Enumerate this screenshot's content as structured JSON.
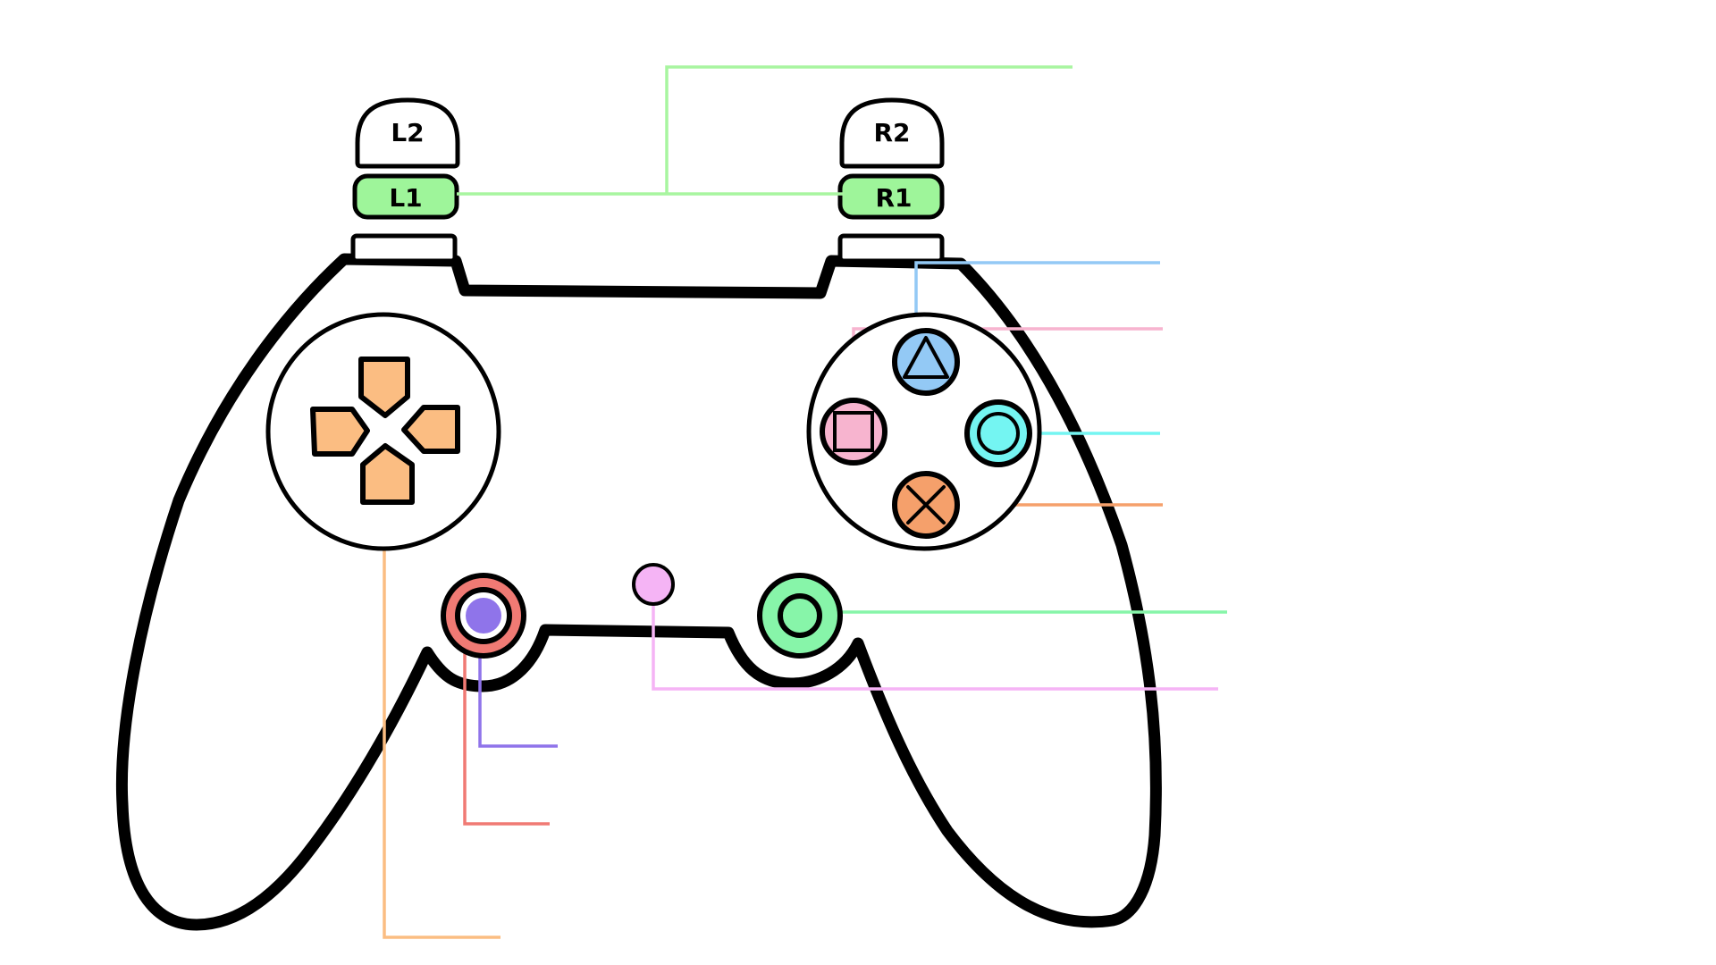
{
  "shoulder_buttons": {
    "l2": "L2",
    "l1": "L1",
    "r2": "R2",
    "r1": "R1"
  },
  "colors": {
    "shoulder_l1_r1": "#9ef59a",
    "shoulder_leader": "#a8f5a0",
    "dpad": "#fbbd82",
    "triangle": "#93c9f5",
    "square": "#f7b4cf",
    "circle": "#74f5f2",
    "cross": "#f5a06b",
    "left_stick_outer": "#f07a74",
    "left_stick_inner": "#8f74ea",
    "right_stick": "#87f5a9",
    "center_button": "#f5b4f5",
    "outline": "#000000"
  },
  "icons": {
    "triangle": "triangle-icon",
    "square": "square-icon",
    "circle": "circle-icon",
    "cross": "cross-icon"
  }
}
